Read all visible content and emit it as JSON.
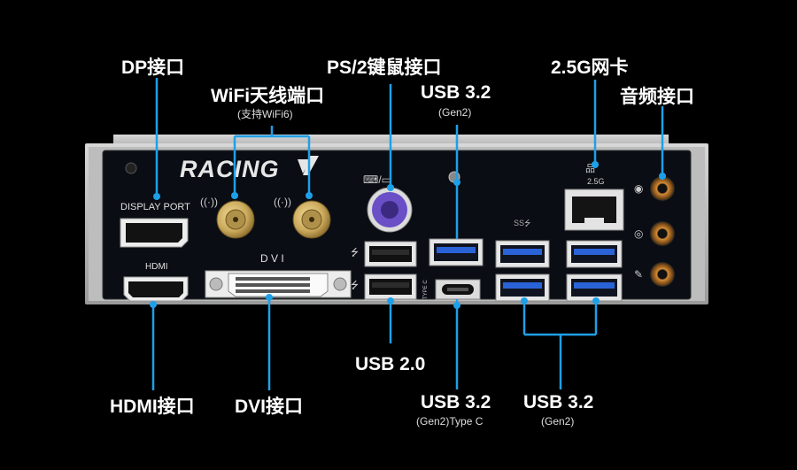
{
  "labels": {
    "dp": "DP接口",
    "wifi": "WiFi天线端口",
    "wifi_sub": "(支持WiFi6)",
    "ps2": "PS/2键鼠接口",
    "usb32_top": "USB 3.2",
    "usb32_top_sub": "(Gen2)",
    "lan": "2.5G网卡",
    "audio": "音频接口",
    "usb20": "USB 2.0",
    "hdmi": "HDMI接口",
    "dvi": "DVI接口",
    "usb32_typec": "USB 3.2",
    "usb32_typec_sub": "(Gen2)Type C",
    "usb32_right": "USB 3.2",
    "usb32_right_sub": "(Gen2)"
  },
  "plate": {
    "brand": "RACING",
    "display_port": "DISPLAY PORT",
    "hdmi": "HDMI",
    "dvi": "D V I",
    "lan_speed": "2.5G",
    "type_c": "TYPE C"
  },
  "colors": {
    "accent": "#1ea0e8",
    "usb3": "#2a63d8",
    "ps2": "#6a4fc7",
    "gold": "#c9a85a",
    "audio_ring": "#a3641f"
  }
}
